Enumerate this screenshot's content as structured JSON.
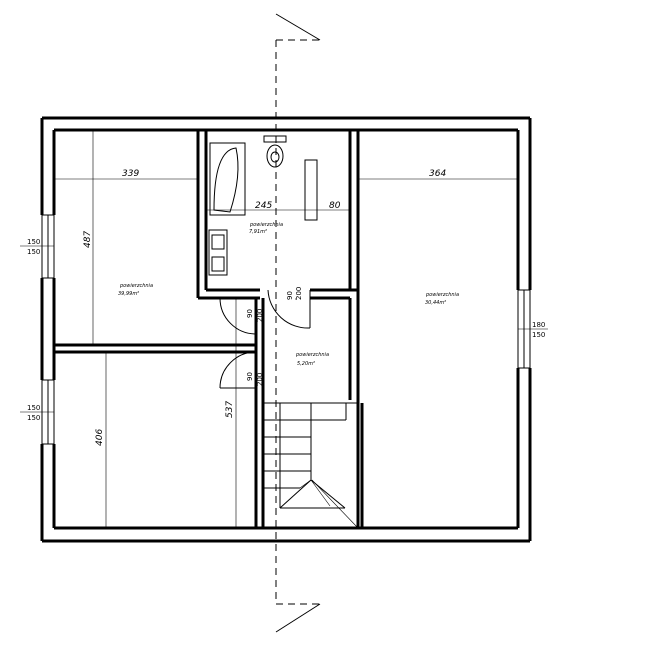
{
  "dimensions": {
    "room_top_left_width": "339",
    "bathroom_width": "245",
    "bathroom_side": "80",
    "room_right_width": "364",
    "room_top_left_height": "487",
    "room_bottom_left_height": "406",
    "corridor_height": "537",
    "window_left_top_a": "150",
    "window_left_top_b": "150",
    "window_left_bottom_a": "150",
    "window_left_bottom_b": "150",
    "window_right_a": "180",
    "window_right_b": "150",
    "door_bath_a": "90",
    "door_bath_b": "200",
    "door_1_a": "90",
    "door_1_b": "200",
    "door_2_a": "90",
    "door_2_b": "200"
  },
  "rooms": {
    "top_left": {
      "label": "powierzchnia",
      "area": "39,99m²"
    },
    "bathroom": {
      "label": "powierzchnia",
      "area": "7,91m²"
    },
    "hall": {
      "label": "powierzchnia",
      "area": "5,20m²"
    },
    "right": {
      "label": "powierzchnia",
      "area": "30,44m²"
    }
  }
}
